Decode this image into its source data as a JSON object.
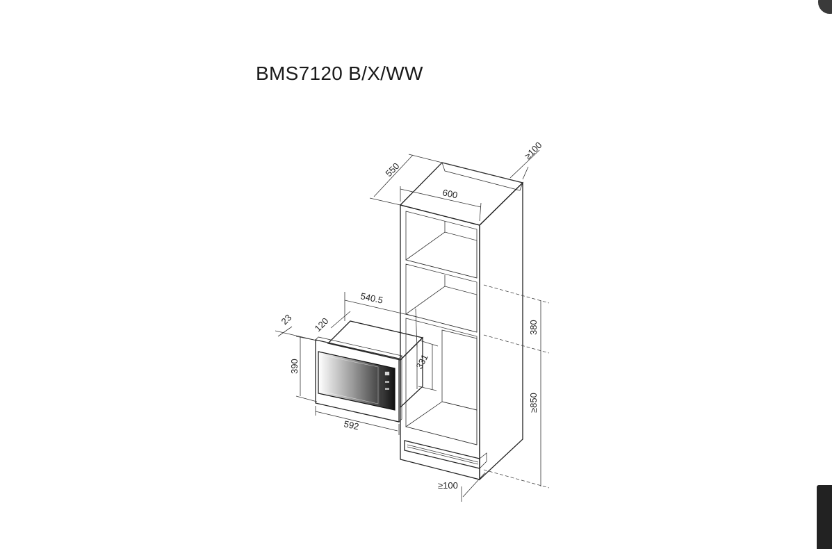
{
  "title": "BMS7120 B/X/WW",
  "dimensions": {
    "cabinet_depth": "550",
    "cabinet_width": "600",
    "top_clearance": "≥100",
    "bottom_clearance": "≥100",
    "niche_height": "380",
    "floor_height": "≥850",
    "appliance_depth": "540.5",
    "front_thickness": "23",
    "body_offset": "120",
    "appliance_height": "390",
    "appliance_width": "592",
    "body_height": "331"
  },
  "colors": {
    "line": "#222222",
    "panel": "#ffffff",
    "shade": "#f2f2f2"
  }
}
